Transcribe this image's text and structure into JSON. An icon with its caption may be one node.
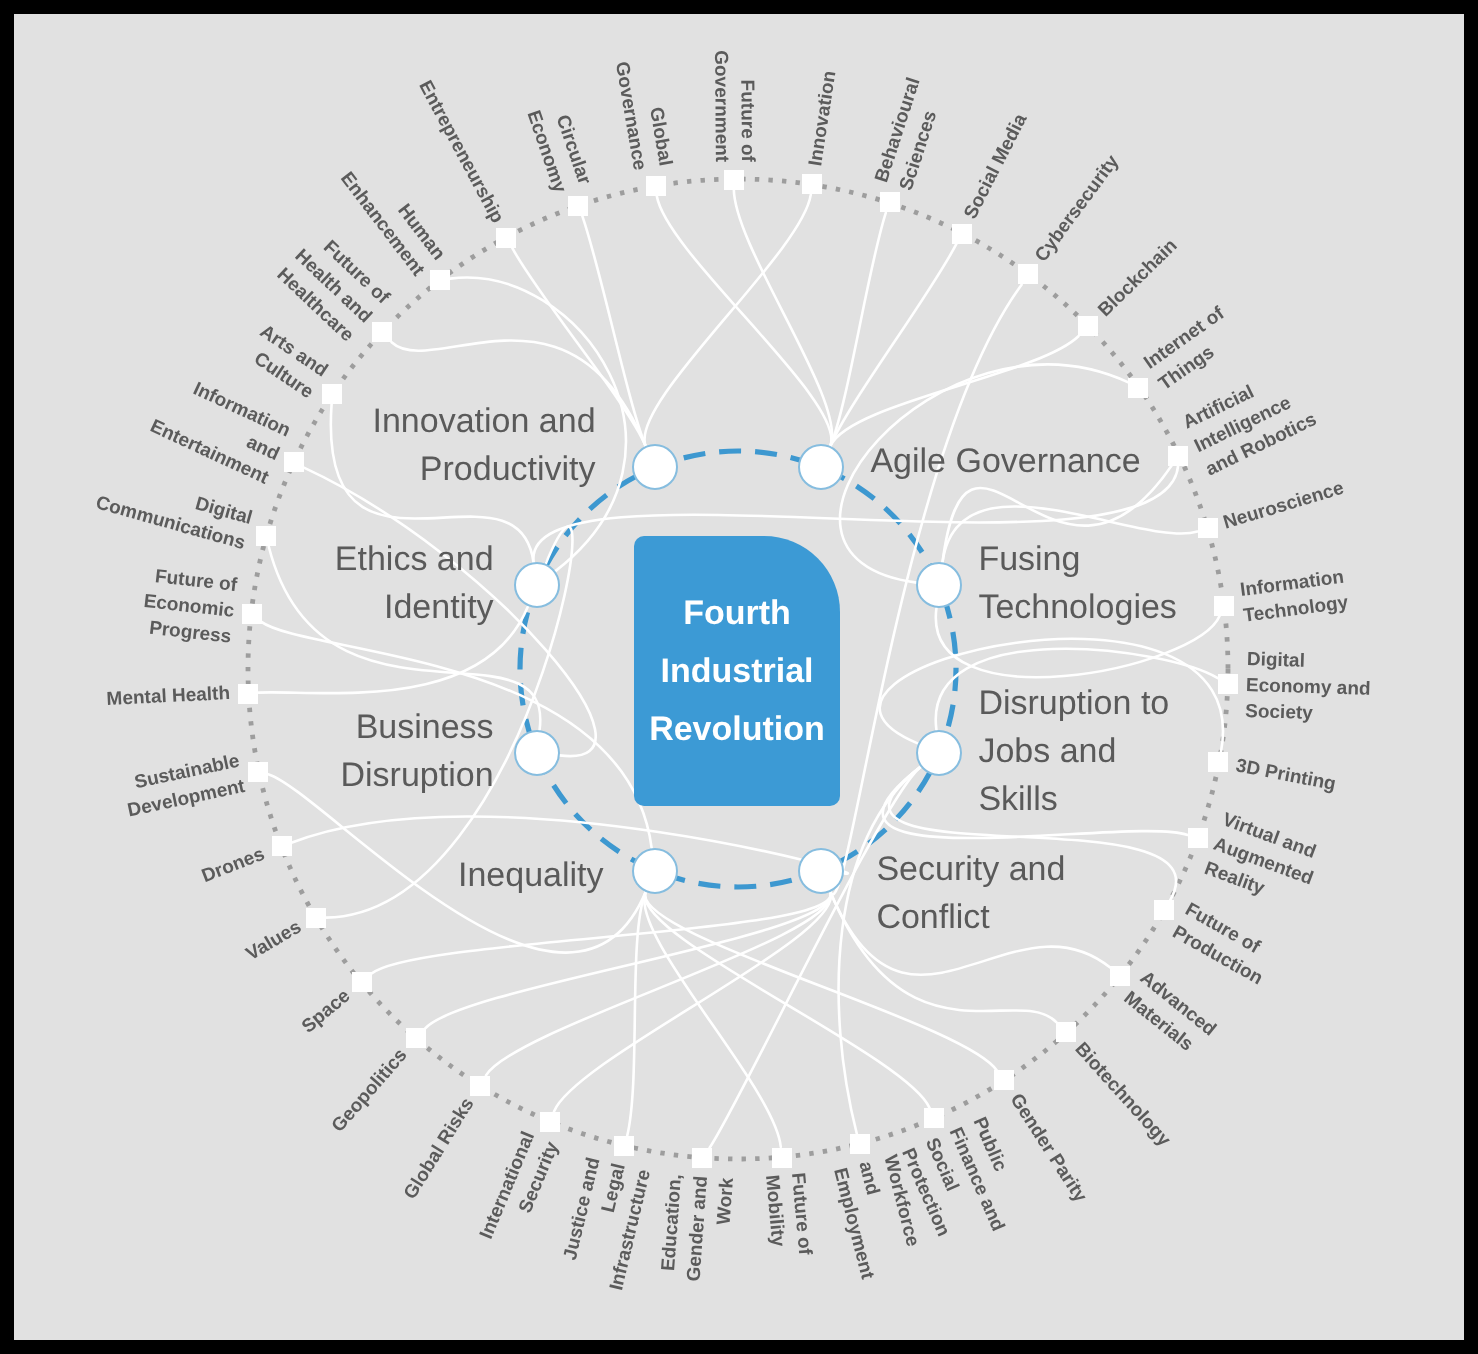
{
  "diagram": {
    "nodes": [
      {
        "text": [
          "Fourth Industrial Revolution"
        ]
      },
      {
        "text": [
          "Innovation and Productivity"
        ]
      },
      {
        "text": [
          "Agile Governance"
        ]
      },
      {
        "text": [
          "Fusing Technologies"
        ]
      },
      {
        "text": [
          "Disruption to Jobs and Skills"
        ]
      },
      {
        "text": [
          "Security and Conflict"
        ]
      },
      {
        "text": [
          "Inequality"
        ]
      },
      {
        "text": [
          "Business Disruption"
        ]
      },
      {
        "text": [
          "Ethics and Identity"
        ]
      },
      {
        "text": [
          "Future of Government"
        ]
      },
      {
        "text": [
          "Innovation"
        ]
      },
      {
        "text": [
          "Behavioural Sciences"
        ]
      },
      {
        "text": [
          "Social Media"
        ]
      },
      {
        "text": [
          "Cybersecurity"
        ]
      },
      {
        "text": [
          "Blockchain"
        ]
      },
      {
        "text": [
          "Internet of Things"
        ]
      },
      {
        "text": [
          "Artificial Intelligence and Robotics"
        ]
      },
      {
        "text": [
          "Neuroscience"
        ]
      },
      {
        "text": [
          "Information Technology"
        ]
      },
      {
        "text": [
          "Digital Economy and Society"
        ]
      },
      {
        "text": [
          "3D Printing"
        ]
      },
      {
        "text": [
          "Virtual and Augmented Reality"
        ]
      },
      {
        "text": [
          "Future of Production"
        ]
      },
      {
        "text": [
          "Advanced Materials"
        ]
      },
      {
        "text": [
          "Biotechnology"
        ]
      },
      {
        "text": [
          "Gender Parity"
        ]
      },
      {
        "text": [
          "Public Finance and Social Protection"
        ]
      },
      {
        "text": [
          "Workforce and Employment"
        ]
      },
      {
        "text": [
          "Future of Mobility"
        ]
      },
      {
        "text": [
          "Education, Gender and Work"
        ]
      },
      {
        "text": [
          "Justice and Legal Infrastructure"
        ]
      },
      {
        "text": [
          "International Security"
        ]
      },
      {
        "text": [
          "Global Risks"
        ]
      },
      {
        "text": [
          "Geopolitics"
        ]
      },
      {
        "text": [
          "Space"
        ]
      },
      {
        "text": [
          "Values"
        ]
      },
      {
        "text": [
          "Drones"
        ]
      },
      {
        "text": [
          "Sustainable Development"
        ]
      },
      {
        "text": [
          "Mental Health"
        ]
      },
      {
        "text": [
          "Future of Economic Progress"
        ]
      },
      {
        "text": [
          "Digital Communications"
        ]
      },
      {
        "text": [
          "Information and Entertainment"
        ]
      },
      {
        "text": [
          "Arts and Culture"
        ]
      },
      {
        "text": [
          "Future of Health and Healthcare"
        ]
      },
      {
        "text": [
          "Human Enhancement"
        ]
      },
      {
        "text": [
          "Entrepreneurship"
        ]
      },
      {
        "text": [
          "Circular Economy"
        ]
      },
      {
        "text": [
          "Global Governance"
        ]
      }
    ],
    "edges": [
      {
        "from": 9,
        "to": 2,
        "arrow": "none"
      },
      {
        "from": 10,
        "to": 1,
        "arrow": "none"
      },
      {
        "from": 11,
        "to": 2,
        "arrow": "none"
      },
      {
        "from": 12,
        "to": 2,
        "arrow": "none"
      },
      {
        "from": 13,
        "to": 5,
        "arrow": "none"
      },
      {
        "from": 14,
        "to": 2,
        "arrow": "none"
      },
      {
        "from": 15,
        "to": 3,
        "arrow": "none"
      },
      {
        "from": 16,
        "to": 3,
        "arrow": "none"
      },
      {
        "from": 17,
        "to": 3,
        "arrow": "none"
      },
      {
        "from": 18,
        "to": 3,
        "arrow": "none"
      },
      {
        "from": 19,
        "to": 4,
        "arrow": "none"
      },
      {
        "from": 20,
        "to": 4,
        "arrow": "none"
      },
      {
        "from": 21,
        "to": 4,
        "arrow": "none"
      },
      {
        "from": 22,
        "to": 4,
        "arrow": "none"
      },
      {
        "from": 23,
        "to": 5,
        "arrow": "none"
      },
      {
        "from": 24,
        "to": 5,
        "arrow": "none"
      },
      {
        "from": 25,
        "to": 6,
        "arrow": "none"
      },
      {
        "from": 26,
        "to": 6,
        "arrow": "none"
      },
      {
        "from": 27,
        "to": 4,
        "arrow": "none"
      },
      {
        "from": 28,
        "to": 6,
        "arrow": "none"
      },
      {
        "from": 29,
        "to": 4,
        "arrow": "none"
      },
      {
        "from": 30,
        "to": 6,
        "arrow": "none"
      },
      {
        "from": 31,
        "to": 5,
        "arrow": "none"
      },
      {
        "from": 32,
        "to": 5,
        "arrow": "none"
      },
      {
        "from": 33,
        "to": 5,
        "arrow": "none"
      },
      {
        "from": 34,
        "to": 5,
        "arrow": "none"
      },
      {
        "from": 35,
        "to": 8,
        "arrow": "none"
      },
      {
        "from": 36,
        "to": 5,
        "arrow": "none"
      },
      {
        "from": 37,
        "to": 6,
        "arrow": "none"
      },
      {
        "from": 38,
        "to": 8,
        "arrow": "none"
      },
      {
        "from": 39,
        "to": 6,
        "arrow": "none"
      },
      {
        "from": 40,
        "to": 7,
        "arrow": "none"
      },
      {
        "from": 41,
        "to": 7,
        "arrow": "none"
      },
      {
        "from": 42,
        "to": 8,
        "arrow": "none"
      },
      {
        "from": 43,
        "to": 1,
        "arrow": "none"
      },
      {
        "from": 44,
        "to": 8,
        "arrow": "none"
      },
      {
        "from": 45,
        "to": 1,
        "arrow": "none"
      },
      {
        "from": 46,
        "to": 1,
        "arrow": "none"
      },
      {
        "from": 47,
        "to": 2,
        "arrow": "none"
      },
      {
        "from": 16,
        "to": 8,
        "arrow": "none"
      }
    ]
  }
}
